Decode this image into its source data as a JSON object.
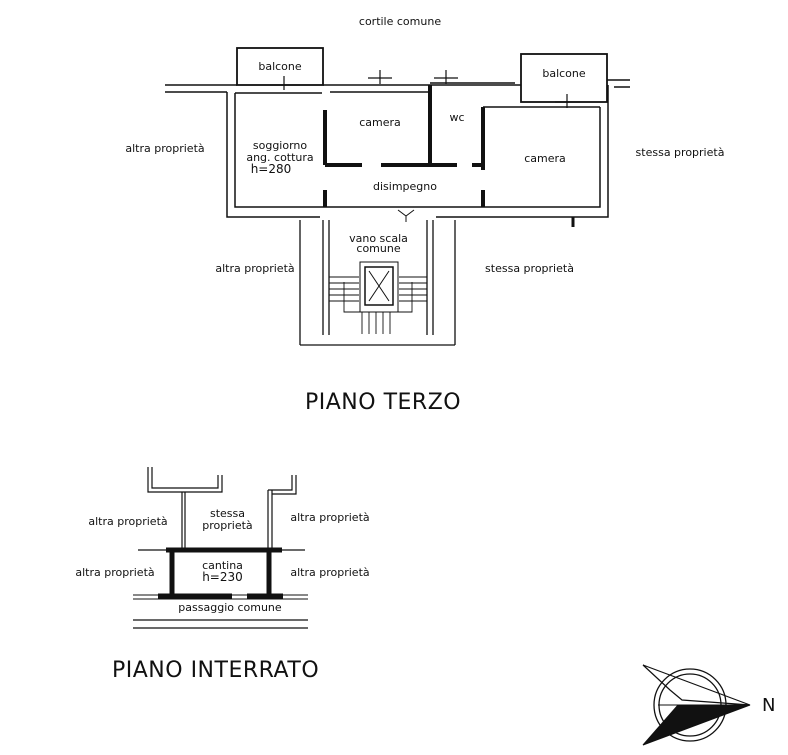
{
  "piano_terzo": {
    "title": "PIANO TERZO",
    "labels": {
      "cortile": "cortile comune",
      "balcone_left": "balcone",
      "balcone_right": "balcone",
      "camera_1": "camera",
      "wc": "wc",
      "camera_2": "camera",
      "soggiorno_1": "soggiorno",
      "soggiorno_2": "ang. cottura",
      "soggiorno_3": "h=280",
      "disimpegno": "disimpegno",
      "altra_left": "altra proprietà",
      "stessa_right": "stessa proprietà",
      "altra_bottom": "altra proprietà",
      "stessa_bottom": "stessa proprietà",
      "scala_1": "vano scala",
      "scala_2": "comune"
    }
  },
  "piano_interrato": {
    "title": "PIANO INTERRATO",
    "labels": {
      "stessa_1": "stessa",
      "stessa_2": "proprietà",
      "altra_top_left": "altra proprietà",
      "altra_top_right": "altra proprietà",
      "altra_mid_left": "altra proprietà",
      "altra_mid_right": "altra proprietà",
      "cantina_1": "cantina",
      "cantina_2": "h=230",
      "passaggio": "passaggio comune"
    }
  },
  "compass": {
    "label": "N"
  }
}
